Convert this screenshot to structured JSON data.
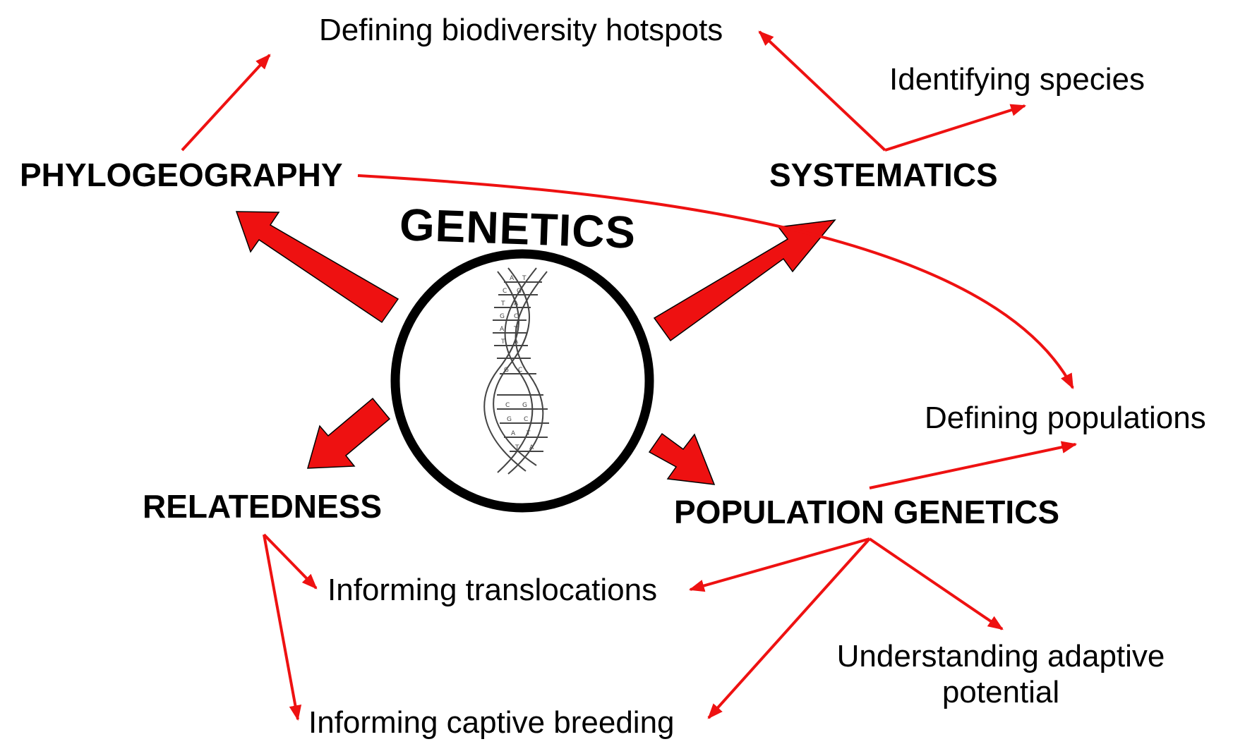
{
  "center": {
    "title": "GENETICS",
    "icon": "dna-helix-icon"
  },
  "topics": {
    "phylogeography": "PHYLOGEOGRAPHY",
    "systematics": "SYSTEMATICS",
    "relatedness": "RELATEDNESS",
    "population_genetics": "POPULATION GENETICS"
  },
  "outcomes": {
    "biodiversity_hotspots": "Defining biodiversity hotspots",
    "identifying_species": "Identifying species",
    "defining_populations": "Defining populations",
    "informing_translocations": "Informing translocations",
    "understanding_adaptive_potential": "Understanding adaptive potential",
    "informing_captive_breeding": "Informing captive breeding"
  },
  "colors": {
    "arrow": "#ee1111",
    "circle": "#000000",
    "text": "#000000"
  }
}
